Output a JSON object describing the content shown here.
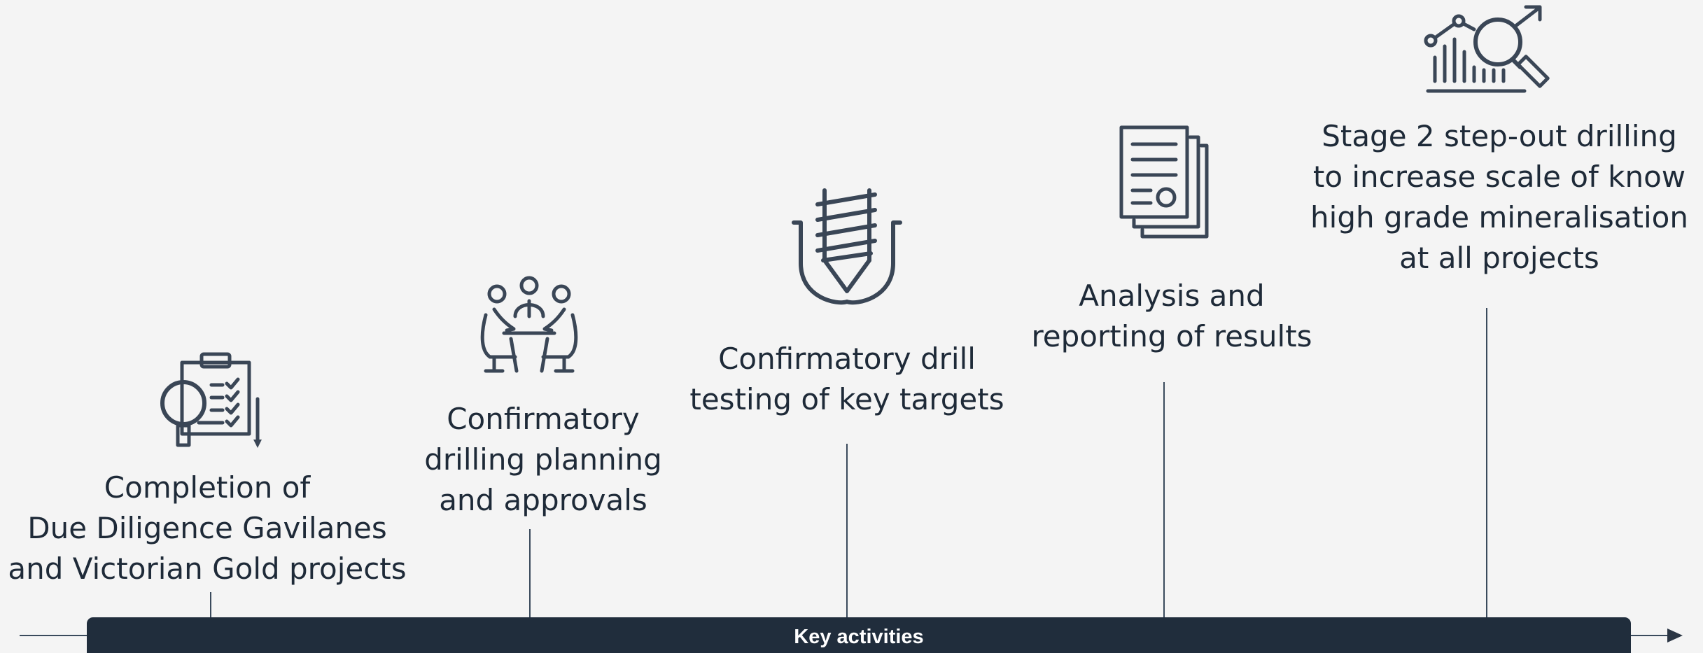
{
  "timeline": {
    "bar_label": "Key activities",
    "colors": {
      "bar": "#202d3c",
      "bar_text": "#ffffff",
      "text": "#1e2a38",
      "icon": "#3a4656",
      "background": "#f4f4f4"
    },
    "steps": [
      {
        "icon": "due-diligence-checklist-icon",
        "lines": [
          "Completion of",
          "Due Diligence Gavilanes",
          "and Victorian Gold projects"
        ]
      },
      {
        "icon": "meeting-people-icon",
        "lines": [
          "Confirmatory",
          "drilling planning",
          "and approvals"
        ]
      },
      {
        "icon": "drill-bit-icon",
        "lines": [
          "Confirmatory drill",
          "testing of key targets"
        ]
      },
      {
        "icon": "document-report-icon",
        "lines": [
          "Analysis and",
          "reporting of results"
        ]
      },
      {
        "icon": "growth-analysis-icon",
        "lines": [
          "Stage 2 step-out drilling",
          "to increase scale of know",
          "high grade mineralisation",
          "at all projects"
        ]
      }
    ]
  }
}
